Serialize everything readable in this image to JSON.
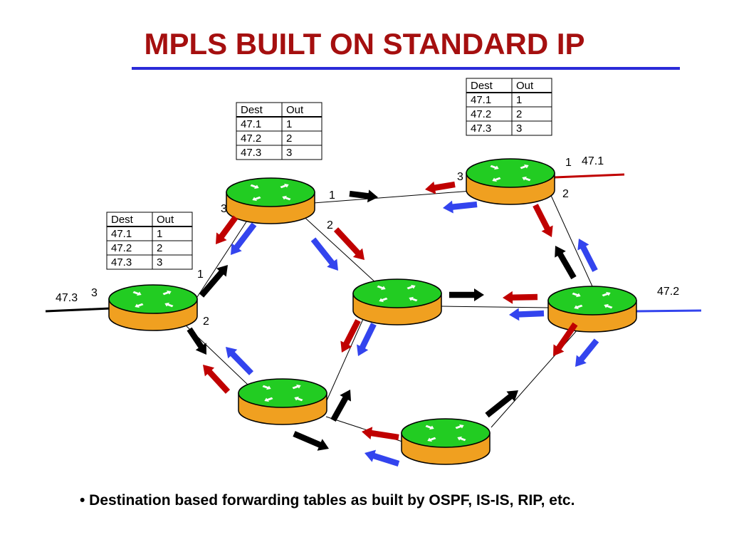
{
  "title": "MPLS BUILT ON STANDARD IP",
  "footer": "• Destination based forwarding tables as built by OSPF, IS-IS, RIP, etc.",
  "colors": {
    "title": "#a50f0f",
    "rule": "#2b2bd8",
    "router_top": "#22cc22",
    "router_body": "#f0a020",
    "red_arrow": "#c00000",
    "blue_arrow": "#3344ee",
    "black_arrow": "#000000",
    "red_link": "#c00000",
    "blue_link": "#3344ee"
  },
  "tables": [
    {
      "id": "top-right",
      "headers": [
        "Dest",
        "Out"
      ],
      "rows": [
        [
          "47.1",
          "1"
        ],
        [
          "47.2",
          "2"
        ],
        [
          "47.3",
          "3"
        ]
      ]
    },
    {
      "id": "top-middle",
      "headers": [
        "Dest",
        "Out"
      ],
      "rows": [
        [
          "47.1",
          "1"
        ],
        [
          "47.2",
          "2"
        ],
        [
          "47.3",
          "3"
        ]
      ]
    },
    {
      "id": "left",
      "headers": [
        "Dest",
        "Out"
      ],
      "rows": [
        [
          "47.1",
          "1"
        ],
        [
          "47.2",
          "2"
        ],
        [
          "47.3",
          "3"
        ]
      ]
    }
  ],
  "networks": {
    "left": "47.3",
    "top_right": "47.1",
    "right": "47.2"
  },
  "ports": {
    "r_left_1": "1",
    "r_left_2": "2",
    "r_left_3": "3",
    "r_top_1": "1",
    "r_top_2": "2",
    "r_top_3": "3",
    "r_tr_1": "1",
    "r_tr_2": "2",
    "r_tr_3": "3"
  },
  "icons": {
    "router": "router-icon",
    "arrow": "arrow-icon"
  }
}
